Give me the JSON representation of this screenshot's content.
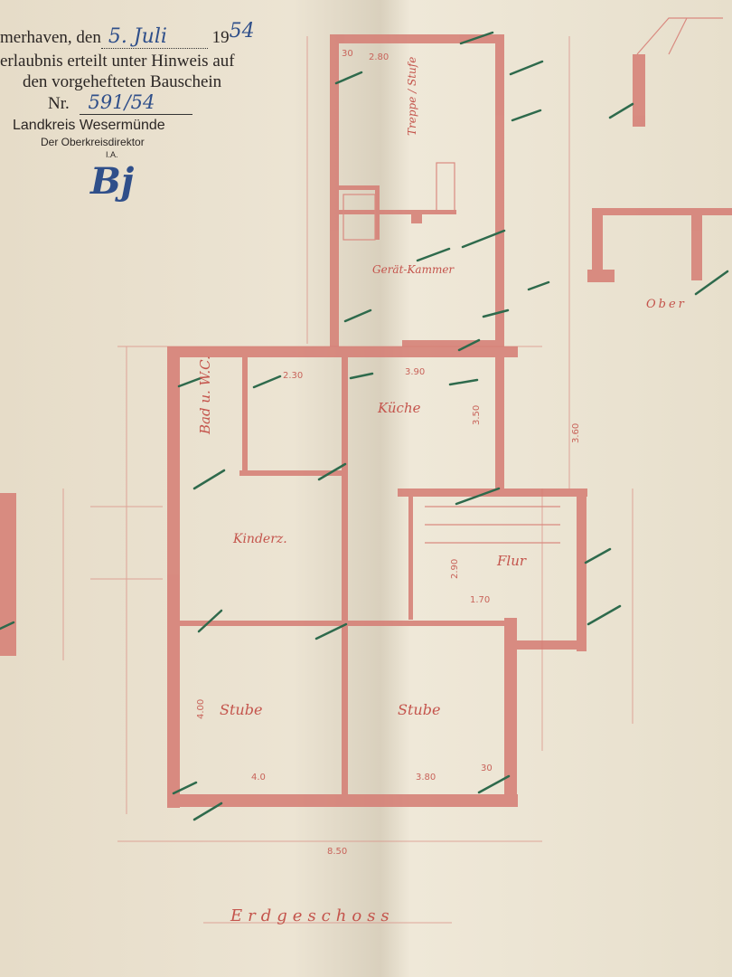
{
  "stamp": {
    "place_date_prefix": "merhaven, den",
    "date_handwritten": "5. Juli",
    "year_prefix": "19",
    "year_handwritten": "54",
    "line2": "erlaubnis erteilt unter Hinweis auf",
    "line3": "den vorgehefteten Bauschein",
    "number_prefix": "Nr.",
    "number_handwritten": "591/54",
    "authority": "Landkreis Wesermünde",
    "office": "Der Oberkreisdirektor",
    "ia": "I.A.",
    "signature": "Bj"
  },
  "plan": {
    "title": "Erdgeschoss",
    "rooms": {
      "bath": "Bad u. W.C.",
      "kitchen": "Küche",
      "child_room": "Kinderz.",
      "hall": "Flur",
      "living_left": "Stube",
      "living_right": "Stube",
      "utility": "Gerät-Kammer",
      "stairs": "Treppe / Stufe"
    },
    "dimensions": [
      "30",
      "2.80",
      "2.30",
      "3.90",
      "3.50",
      "3.60",
      "2.90",
      "1.70",
      "4.00",
      "3.80",
      "4.0",
      "30",
      "8.50"
    ],
    "side_label": "Ober"
  },
  "colors": {
    "paper": "#e8dfcc",
    "ink_red": "#d27a70",
    "check_green": "#2e6a4c",
    "stamp_ink": "#2b2624",
    "pen_blue": "#2f4f8a"
  }
}
